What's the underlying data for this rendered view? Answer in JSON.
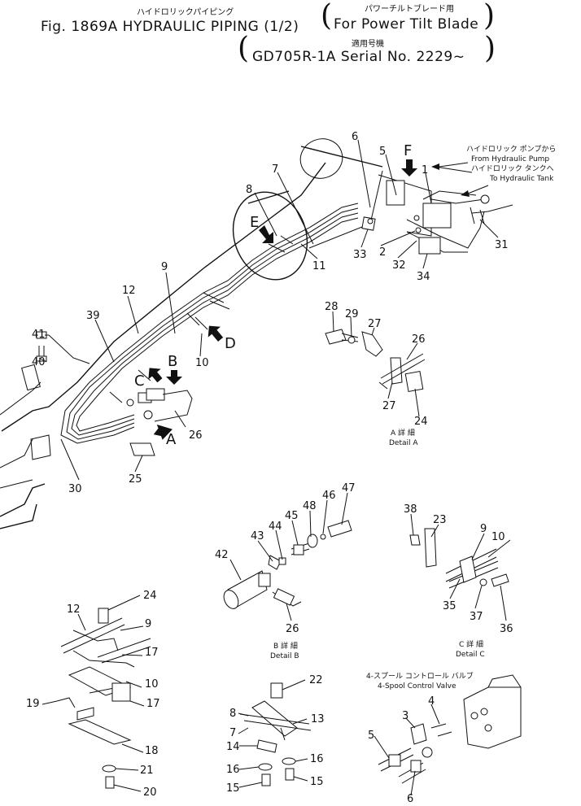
{
  "header": {
    "jp_title": "ハイドロリックパイピング",
    "title": "Fig. 1869A HYDRAULIC PIPING (1/2)",
    "jp_application": "パワーチルトブレード用",
    "application": "For Power Tilt Blade",
    "jp_serial_label": "適用号機",
    "serial": "GD705R-1A Serial No. 2229~"
  },
  "notes": {
    "from_pump_jp": "ハイドロリック ポンプから",
    "from_pump": "From Hydraulic Pump",
    "to_tank_jp": "ハイドロリック タンクへ",
    "to_tank": "To Hydraulic Tank",
    "valve_jp": "4-スプール コントロール バルブ",
    "valve": "4-Spool Control Valve"
  },
  "detail_captions": {
    "a_jp": "A 詳 細",
    "a": "Detail A",
    "b_jp": "B 詳 細",
    "b": "Detail B",
    "c_jp": "C 詳 細",
    "c": "Detail C"
  },
  "view_letters": [
    "F",
    "E",
    "D",
    "B",
    "C",
    "A"
  ],
  "callouts": [
    "6",
    "5",
    "1",
    "7",
    "8",
    "31",
    "33",
    "2",
    "32",
    "34",
    "11",
    "9",
    "12",
    "39",
    "41",
    "40",
    "10",
    "26",
    "25",
    "30",
    "28",
    "29",
    "27",
    "26",
    "27",
    "24",
    "47",
    "46",
    "48",
    "45",
    "44",
    "43",
    "42",
    "26",
    "38",
    "23",
    "9",
    "10",
    "35",
    "37",
    "36",
    "24",
    "12",
    "9",
    "17",
    "10",
    "17",
    "19",
    "18",
    "21",
    "20",
    "22",
    "8",
    "13",
    "7",
    "14",
    "16",
    "16",
    "15",
    "15",
    "4",
    "3",
    "5",
    "6"
  ]
}
